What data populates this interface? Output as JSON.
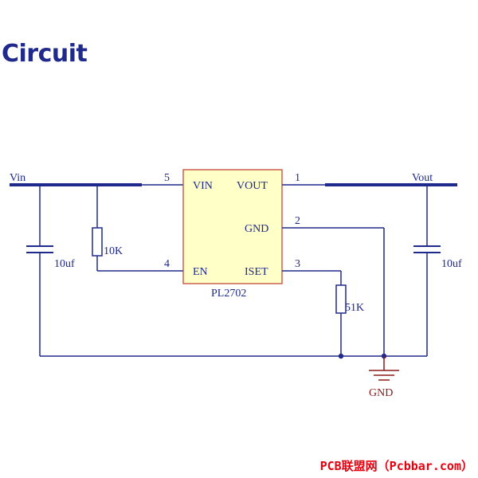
{
  "title": "Circuit",
  "chip": {
    "part": "PL2702",
    "pins": [
      {
        "number": "5",
        "name": "VIN"
      },
      {
        "number": "1",
        "name": "VOUT"
      },
      {
        "number": "2",
        "name": "GND"
      },
      {
        "number": "4",
        "name": "EN"
      },
      {
        "number": "3",
        "name": "ISET"
      }
    ]
  },
  "nets": {
    "vin": "Vin",
    "vout": "Vout",
    "gnd": "GND"
  },
  "components": {
    "c_in": "10uf",
    "r_en": "10K",
    "c_out": "10uf",
    "r_iset": "51K"
  },
  "colors": {
    "wire": "#1f2a8c",
    "chip_fill": "#ffffc8",
    "chip_border": "#c0392b",
    "ground": "#8a1a1a",
    "watermark": "#e8000f"
  },
  "watermark": "PCB联盟网（Pcbbar.com）"
}
